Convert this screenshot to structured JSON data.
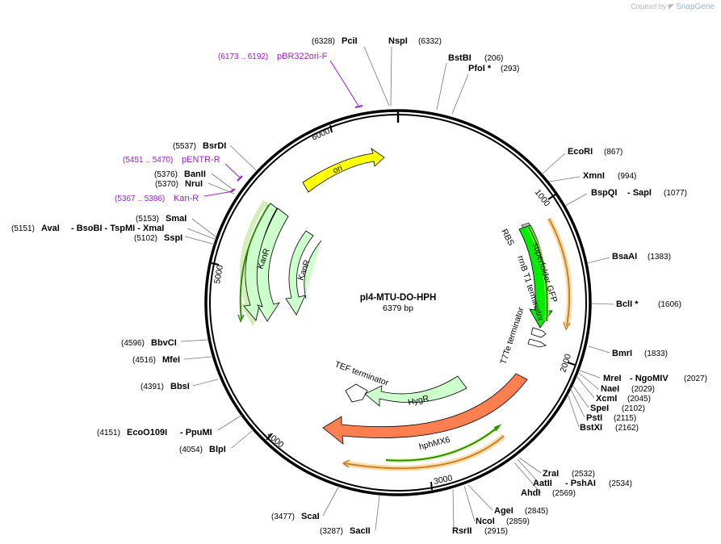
{
  "credit": {
    "prefix": "Created by",
    "brand": "SnapGene"
  },
  "plasmid": {
    "name": "pI4-MTU-DO-HPH",
    "length_label": "6379 bp",
    "length": 6379
  },
  "ticks": [
    "1000",
    "2000",
    "3000",
    "4000",
    "5000",
    "6000"
  ],
  "enzymes": [
    {
      "name": "PciI",
      "pos": "(6328)"
    },
    {
      "name": "NspI",
      "pos": "(6332)"
    },
    {
      "name": "BstBI",
      "pos": "(206)"
    },
    {
      "name": "PfoI *",
      "pos": "(293)"
    },
    {
      "name": "EcoRI",
      "pos": "(867)"
    },
    {
      "name": "XmnI",
      "pos": "(994)"
    },
    {
      "name": "BspQI",
      "extra": "- SapI",
      "pos": "(1077)"
    },
    {
      "name": "BsaAI",
      "pos": "(1383)"
    },
    {
      "name": "BclI *",
      "pos": "(1606)"
    },
    {
      "name": "BmrI",
      "pos": "(1833)"
    },
    {
      "name": "MreI",
      "extra": "- NgoMIV",
      "pos": "(2027)"
    },
    {
      "name": "NaeI",
      "pos": "(2029)"
    },
    {
      "name": "XcmI",
      "pos": "(2045)"
    },
    {
      "name": "SpeI",
      "pos": "(2102)"
    },
    {
      "name": "PstI",
      "pos": "(2115)"
    },
    {
      "name": "BstXI",
      "pos": "(2162)"
    },
    {
      "name": "ZraI",
      "pos": "(2532)"
    },
    {
      "name": "AatII",
      "extra": "- PshAI",
      "pos": "(2534)"
    },
    {
      "name": "AhdI",
      "pos": "(2569)"
    },
    {
      "name": "AgeI",
      "pos": "(2845)"
    },
    {
      "name": "NcoI",
      "pos": "(2859)"
    },
    {
      "name": "RsrII",
      "pos": "(2915)"
    },
    {
      "name": "SacII",
      "pos": "(3287)"
    },
    {
      "name": "ScaI",
      "pos": "(3477)"
    },
    {
      "name": "BlpI",
      "pos": "(4054)"
    },
    {
      "name": "EcoO109I",
      "extra": "- PpuMI",
      "pos": "(4151)"
    },
    {
      "name": "BbsI",
      "pos": "(4391)"
    },
    {
      "name": "MfeI",
      "pos": "(4516)"
    },
    {
      "name": "BbvCI",
      "pos": "(4596)"
    },
    {
      "name": "SspI",
      "pos": "(5102)"
    },
    {
      "name": "AvaI",
      "extra": "- BsoBI - TspMI - XmaI",
      "pos": "(5151)"
    },
    {
      "name": "SmaI",
      "pos": "(5153)"
    },
    {
      "name": "NruI",
      "pos": "(5370)"
    },
    {
      "name": "BanII",
      "pos": "(5376)"
    },
    {
      "name": "BsrDI",
      "pos": "(5537)"
    }
  ],
  "primers": [
    {
      "name": "pBR322ori-F",
      "range": "(6173 .. 6192)"
    },
    {
      "name": "pENTR-R",
      "range": "(5451 .. 5470)"
    },
    {
      "name": "Kan-R",
      "range": "(5367 .. 5386)"
    }
  ],
  "features": {
    "ori": "ori",
    "kanr_outer": "KanR",
    "kanr_inner": "KanR",
    "rbs": "RBS",
    "superfolder": "superfolder GFP",
    "rrnb": "rrnB T1 terminator",
    "t7te": "T7Te terminator",
    "tef": "TEF terminator",
    "hygr": "HygR",
    "hphmx6": "hphMX6"
  },
  "colors": {
    "ori": "#ffff00",
    "kanr": "#ccffcc",
    "gfp": "#00ee00",
    "hphmx6": "#ff7f50",
    "orf_green": "#2e8b00",
    "orf_orange": "#d08020",
    "primer": "#a020c8"
  }
}
